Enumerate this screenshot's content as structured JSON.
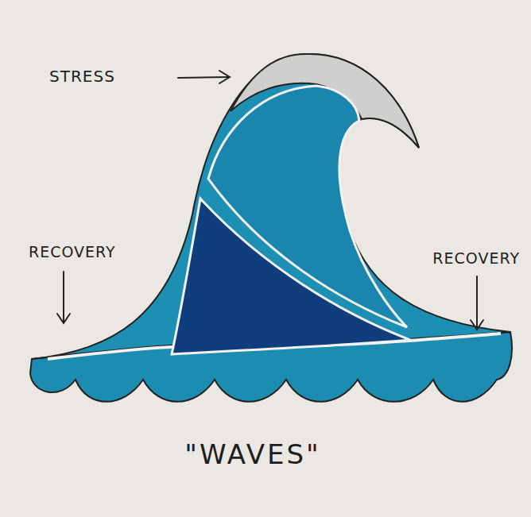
{
  "diagram": {
    "caption": "\"WAVES\"",
    "labels": [
      "STRESS",
      "RECOVERY",
      "RECOVERY"
    ]
  }
}
